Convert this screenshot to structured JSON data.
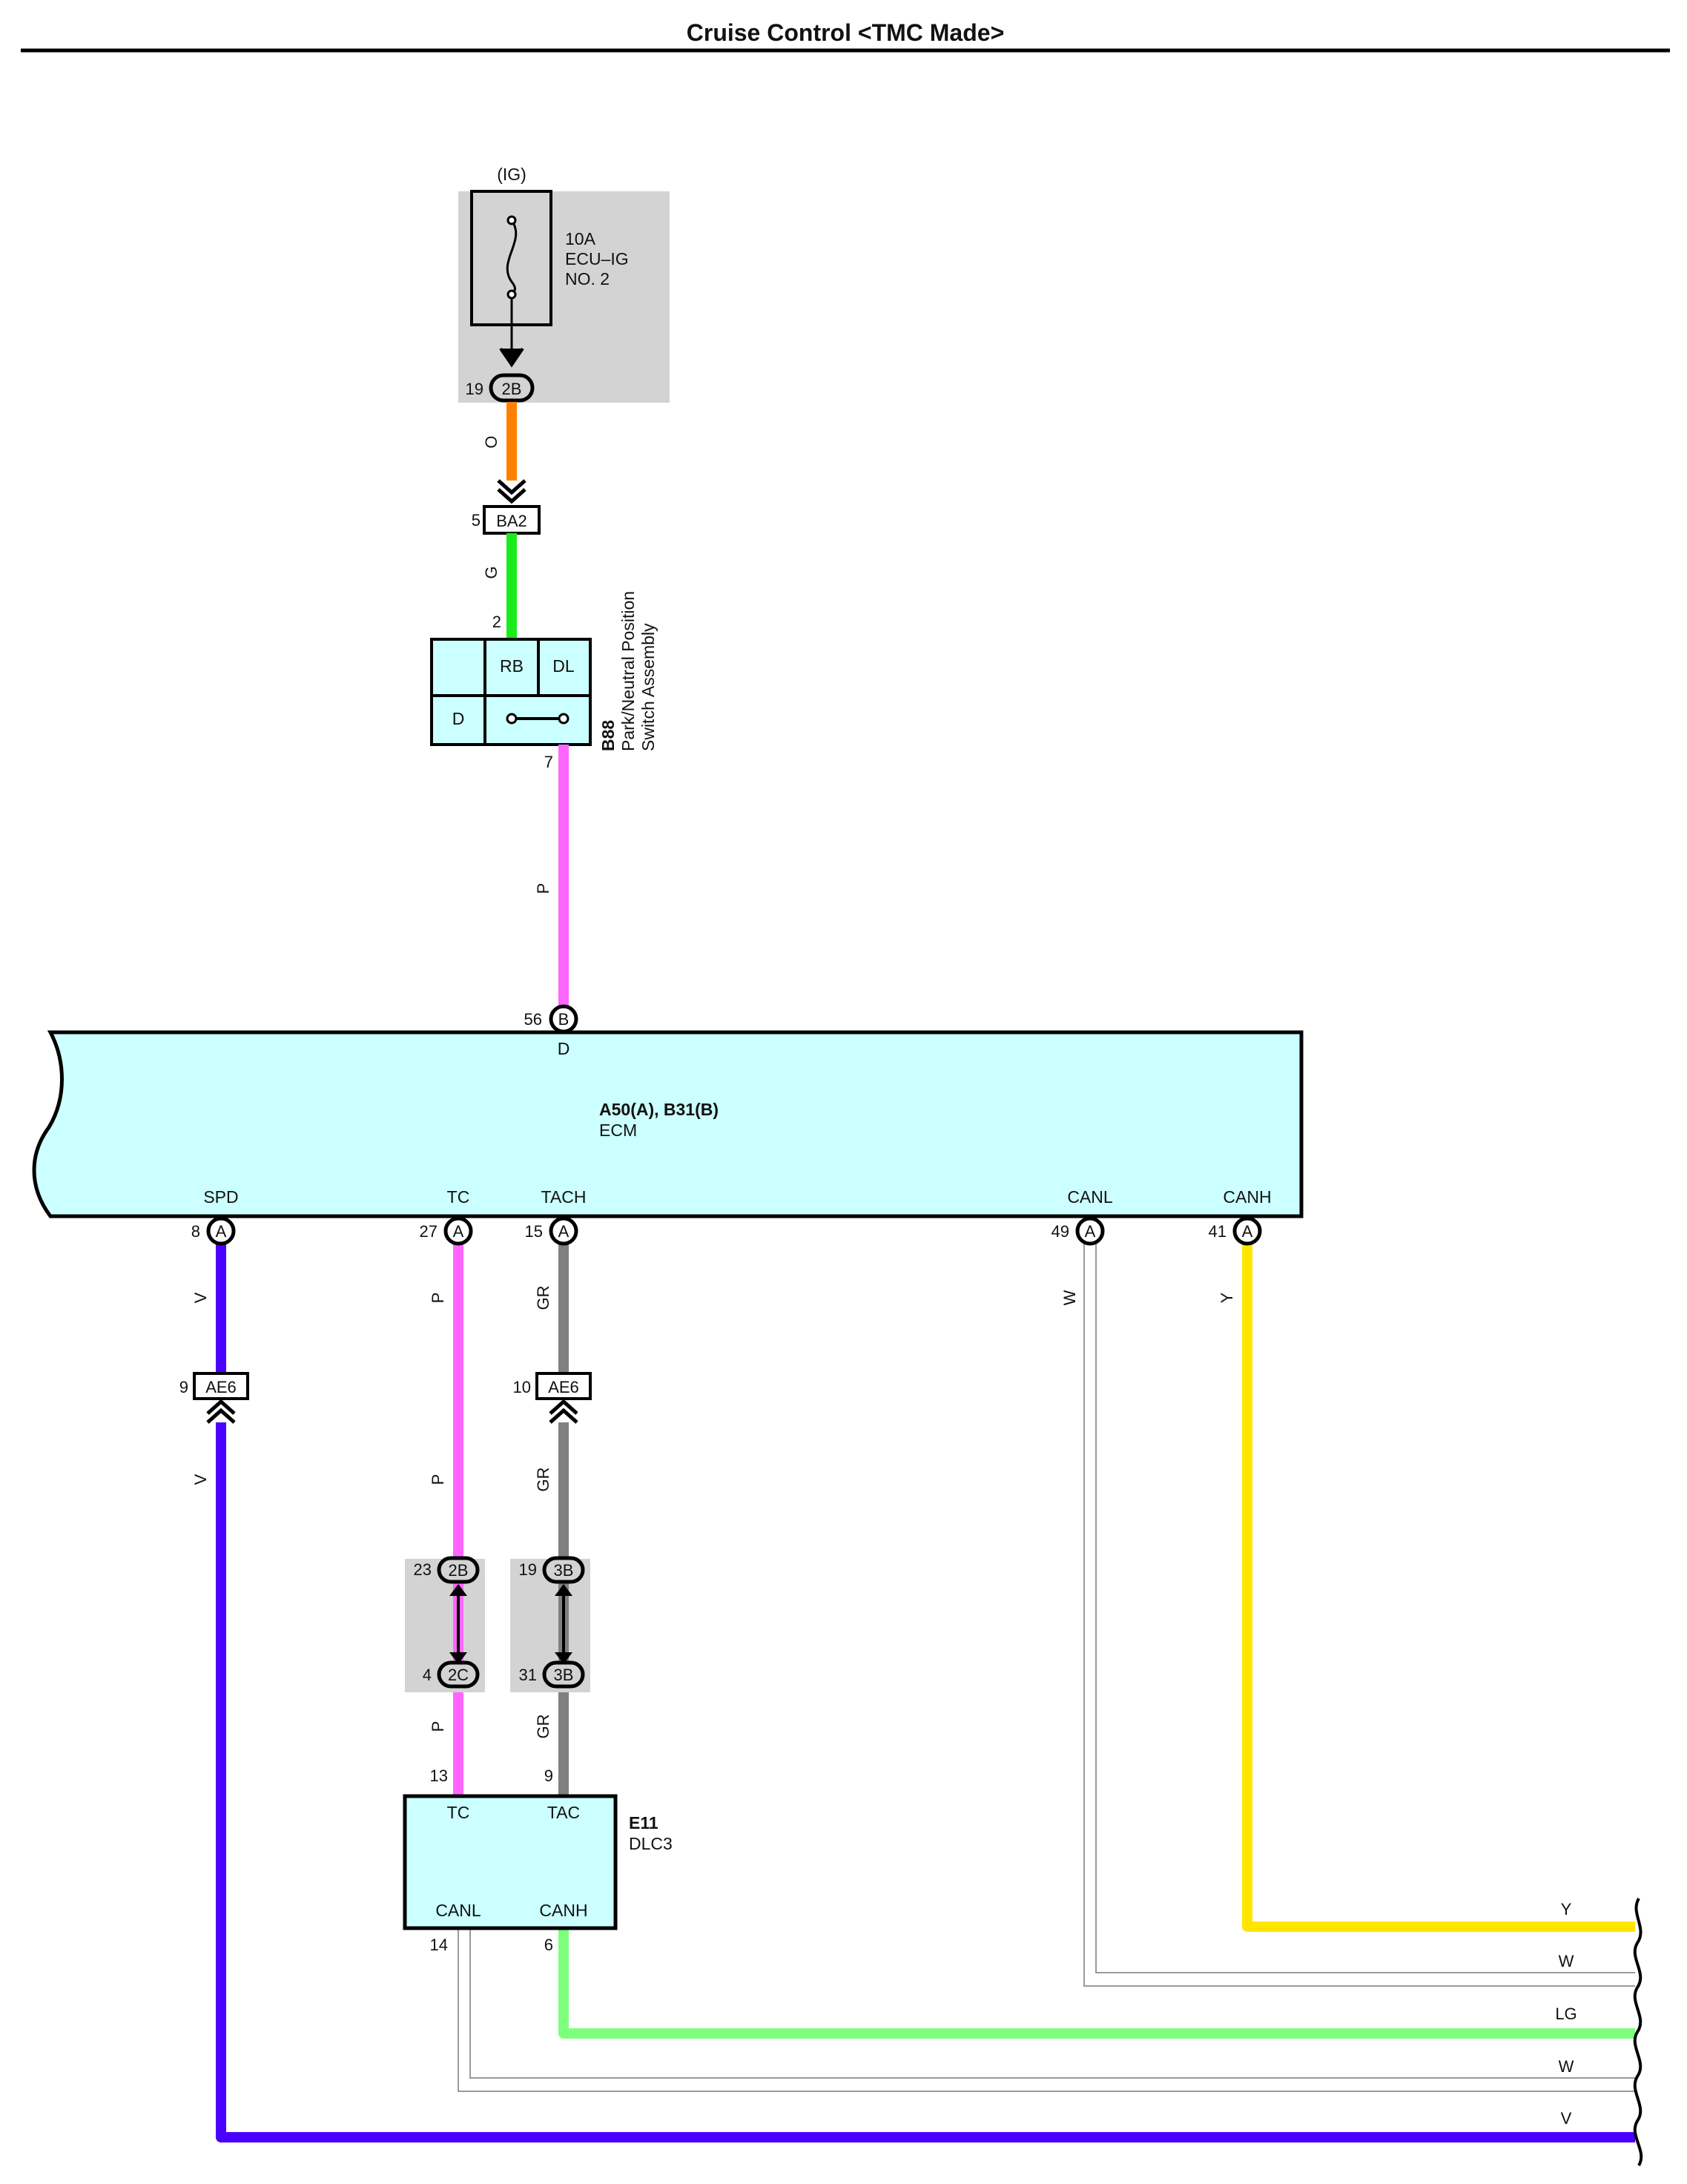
{
  "title": "Cruise Control <TMC Made>",
  "colors": {
    "orange": "#ff8000",
    "green": "#1aeb1a",
    "pink": "#ff66ff",
    "violet": "#4a00ff",
    "gray": "#808080",
    "yellow": "#ffe600",
    "light_green": "#7dff7d",
    "white_wire": "#9a9a9a",
    "box_fill": "#ccffff",
    "junction_fill": "#d3d3d3"
  },
  "fuse": {
    "source": "(IG)",
    "rating": "10A",
    "name_line1": "ECU–IG",
    "name_line2": "NO. 2",
    "pin": "19",
    "connector": "2B"
  },
  "ba2": {
    "pin": "5",
    "label": "BA2"
  },
  "pnp_switch": {
    "id": "B88",
    "name_line1": "Park/Neutral Position",
    "name_line2": "Switch Assembly",
    "pin_in": "2",
    "pin_out": "7",
    "cells": [
      "RB",
      "DL",
      "D"
    ]
  },
  "ecm": {
    "connectors": "A50(A), B31(B)",
    "name": "ECM",
    "top_pin": {
      "number": "56",
      "connector": "B",
      "terminal": "D"
    },
    "terminals": [
      {
        "name": "SPD",
        "pin": "8",
        "connector": "A"
      },
      {
        "name": "TC",
        "pin": "27",
        "connector": "A"
      },
      {
        "name": "TACH",
        "pin": "15",
        "connector": "A"
      },
      {
        "name": "CANL",
        "pin": "49",
        "connector": "A"
      },
      {
        "name": "CANH",
        "pin": "41",
        "connector": "A"
      }
    ]
  },
  "ae6": [
    {
      "pin": "9",
      "label": "AE6"
    },
    {
      "pin": "10",
      "label": "AE6"
    }
  ],
  "junctions": [
    {
      "top_pin": "23",
      "top_conn": "2B",
      "bottom_pin": "4",
      "bottom_conn": "2C"
    },
    {
      "top_pin": "19",
      "top_conn": "3B",
      "bottom_pin": "31",
      "bottom_conn": "3B"
    }
  ],
  "dlc3": {
    "id": "E11",
    "name": "DLC3",
    "tc": {
      "label": "TC",
      "pin": "13"
    },
    "tac": {
      "label": "TAC",
      "pin": "9"
    },
    "canl": {
      "label": "CANL",
      "pin": "14"
    },
    "canh": {
      "label": "CANH",
      "pin": "6"
    }
  },
  "wire_labels": {
    "fuse_out": "O",
    "ba2_out": "G",
    "switch_out": "P",
    "spd_upper": "V",
    "spd_lower": "V",
    "tc_upper": "P",
    "tc_mid": "P",
    "tc_lower": "P",
    "tach_upper": "GR",
    "tach_mid": "GR",
    "tach_lower": "GR",
    "canl": "W",
    "canh": "Y"
  },
  "right_outputs": [
    "Y",
    "W",
    "LG",
    "W",
    "V"
  ]
}
